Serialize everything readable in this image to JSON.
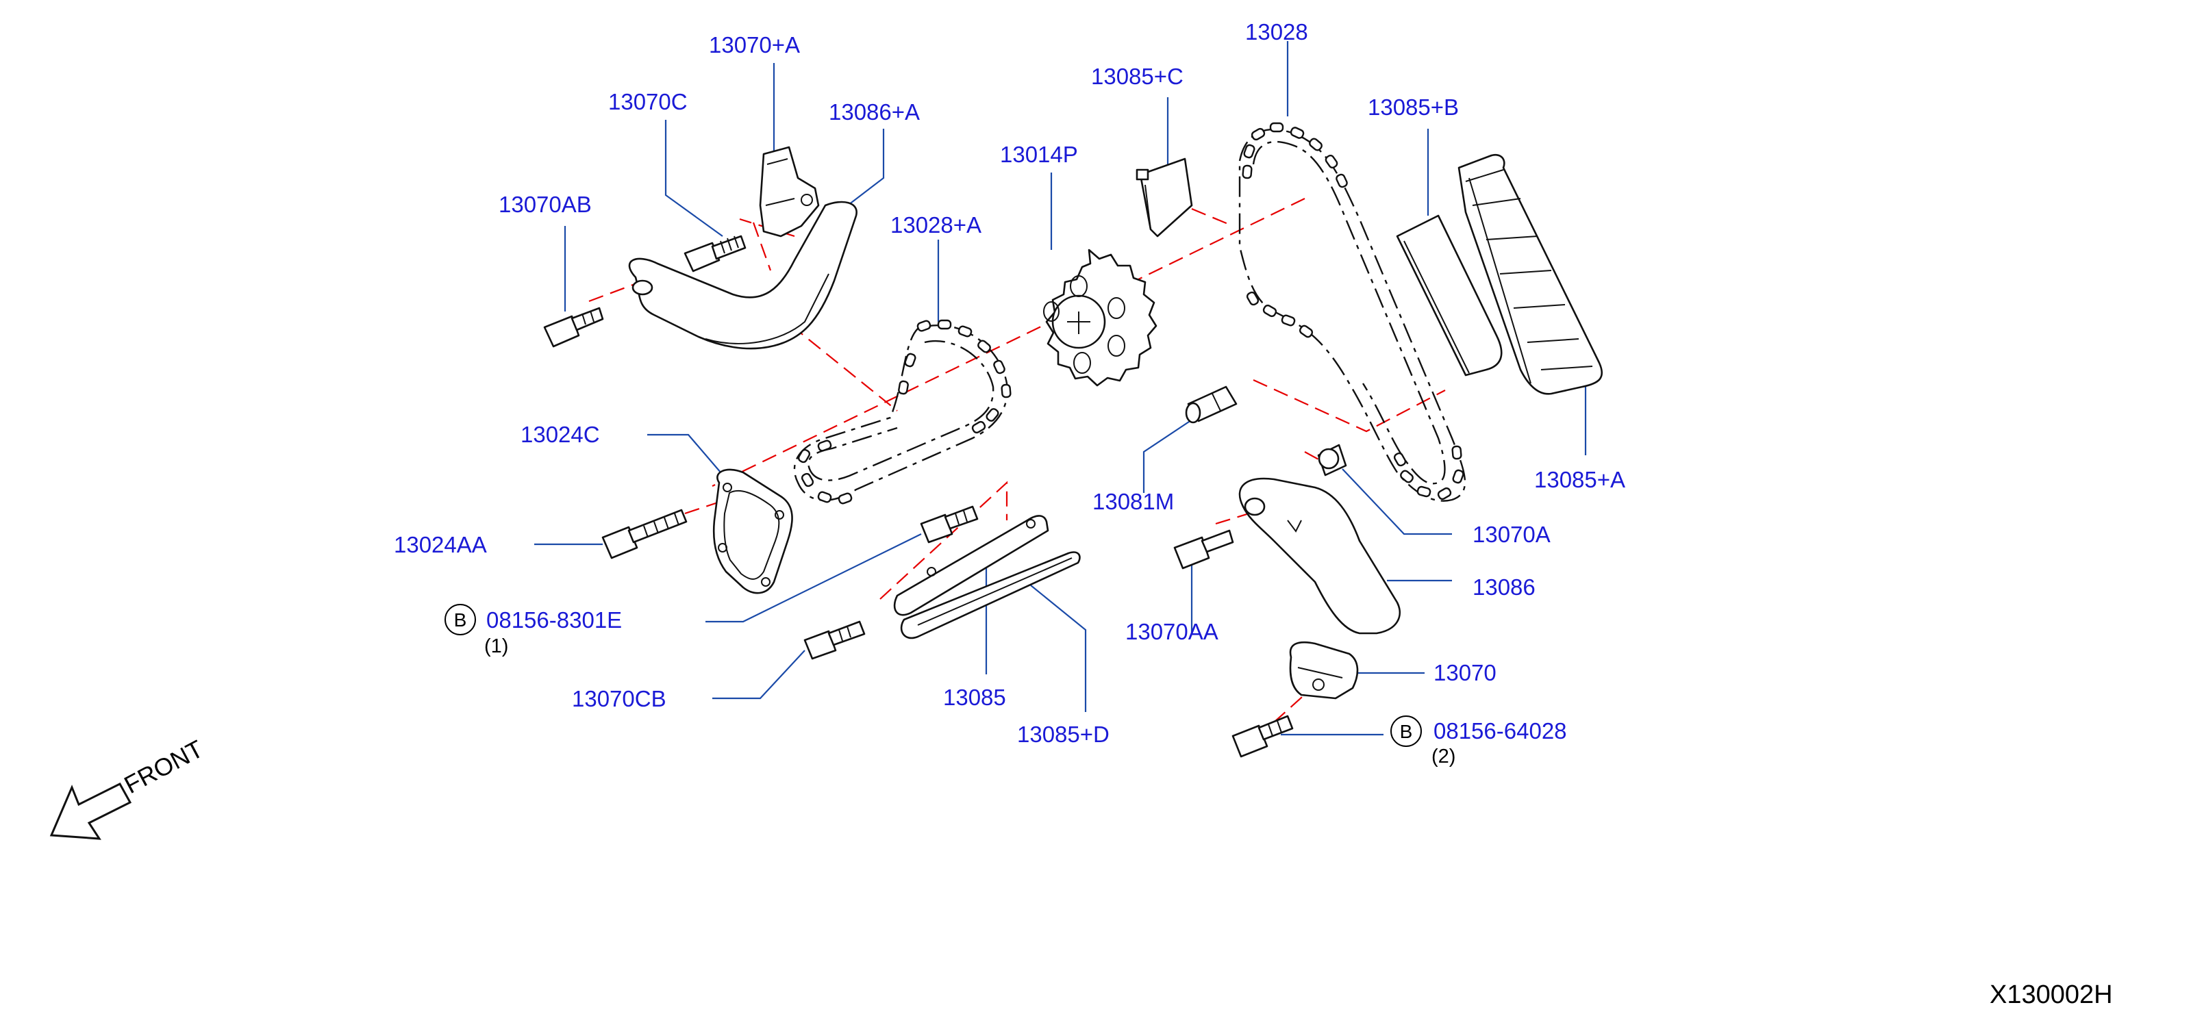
{
  "colors": {
    "label": "#1a1ad6",
    "leader": "#1a4aa8",
    "line": "#111111",
    "center_line": "#e60000"
  },
  "labels": {
    "p13070_a": "13070+A",
    "p13070c": "13070C",
    "p13086_a": "13086+A",
    "p13070ab": "13070AB",
    "p13028_a": "13028+A",
    "p13014p": "13014P",
    "p13085_c": "13085+C",
    "p13028": "13028",
    "p13085_b": "13085+B",
    "p13085_a": "13085+A",
    "p13024c": "13024C",
    "p13024aa": "13024AA",
    "p08156_8301e": "08156-8301E",
    "p08156_8301e_qty": "(1)",
    "p13070cb": "13070CB",
    "p13085": "13085",
    "p13085_d": "13085+D",
    "p13081m": "13081M",
    "p13070a": "13070A",
    "p13086": "13086",
    "p13070aa": "13070AA",
    "p13070": "13070",
    "p08156_64028": "08156-64028",
    "p08156_64028_qty": "(2)"
  },
  "markers": {
    "bolt_circle_letter": "B"
  },
  "front_indicator": {
    "label": "FRONT"
  },
  "figure_code": "X130002H"
}
